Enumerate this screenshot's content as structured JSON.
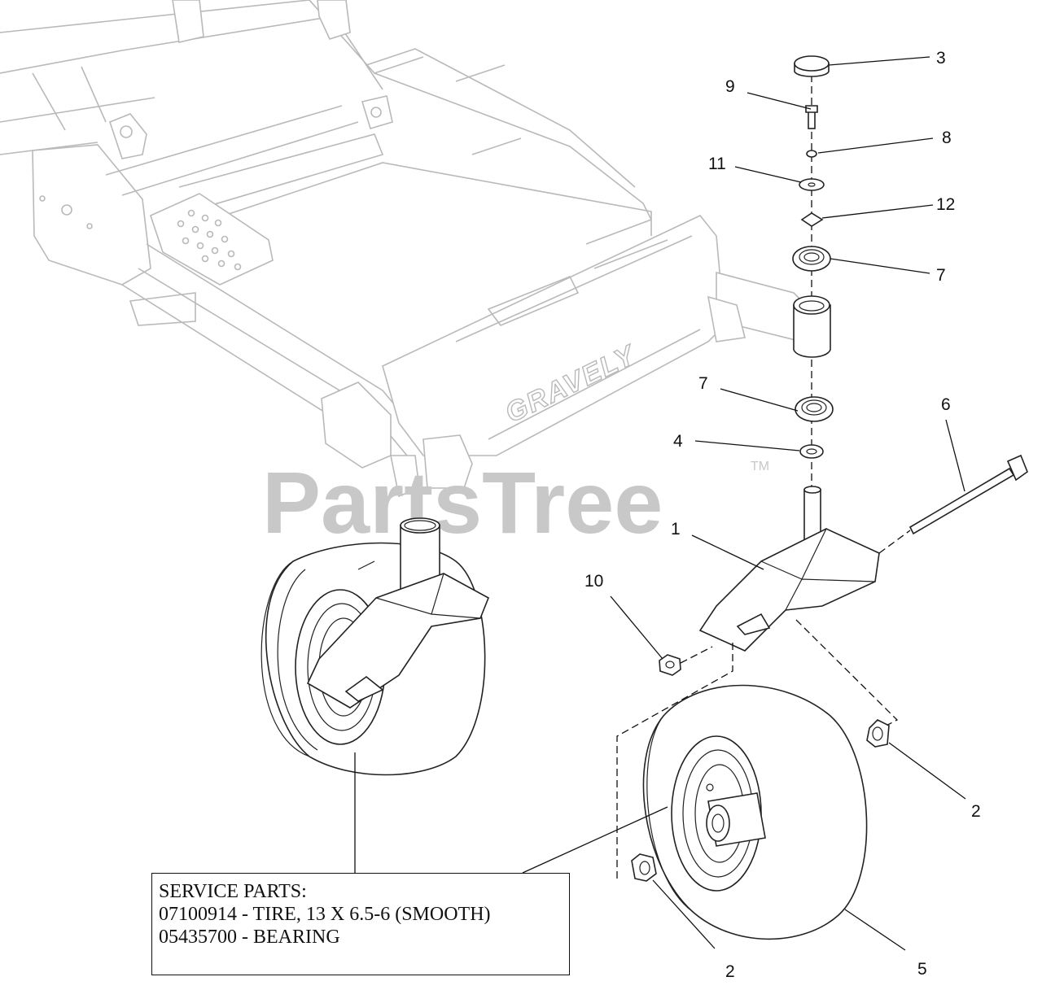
{
  "watermark": {
    "text": "PartsTree",
    "mark": "TM"
  },
  "brand_text": "GRAVELY",
  "callouts": [
    {
      "id": "c3",
      "label": "3"
    },
    {
      "id": "c9",
      "label": "9"
    },
    {
      "id": "c8",
      "label": "8"
    },
    {
      "id": "c11",
      "label": "11"
    },
    {
      "id": "c12",
      "label": "12"
    },
    {
      "id": "c7a",
      "label": "7"
    },
    {
      "id": "c7b",
      "label": "7"
    },
    {
      "id": "c4",
      "label": "4"
    },
    {
      "id": "c6",
      "label": "6"
    },
    {
      "id": "c1",
      "label": "1"
    },
    {
      "id": "c10",
      "label": "10"
    },
    {
      "id": "c2a",
      "label": "2"
    },
    {
      "id": "c2b",
      "label": "2"
    },
    {
      "id": "c5",
      "label": "5"
    }
  ],
  "service_parts": {
    "title": "SERVICE PARTS:",
    "items": [
      "07100914 - TIRE, 13 X 6.5-6 (SMOOTH)",
      "05435700 - BEARING"
    ]
  }
}
